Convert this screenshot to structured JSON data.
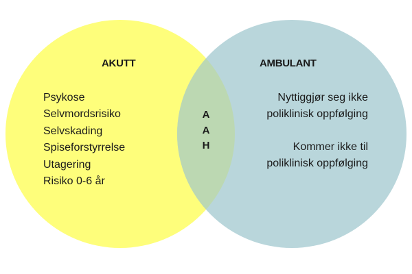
{
  "colors": {
    "left_circle": "#fefe7b",
    "right_circle": "#b9d6db",
    "overlap": "#bcd8b2",
    "text": "#1a1a1a",
    "background": "#ffffff"
  },
  "left": {
    "title": "AKUTT",
    "items": [
      "Psykose",
      "Selvmordsrisiko",
      "Selvskading",
      "Spiseforstyrrelse",
      "Utagering",
      "Risiko 0-6 år"
    ]
  },
  "right": {
    "title": "AMBULANT",
    "groups": [
      {
        "line1": "Nyttiggjør seg ikke",
        "line2": "poliklinisk oppfølging"
      },
      {
        "line1": "Kommer ikke til",
        "line2": "poliklinisk oppfølging"
      }
    ]
  },
  "overlap": {
    "letters": [
      "A",
      "A",
      "H"
    ]
  }
}
